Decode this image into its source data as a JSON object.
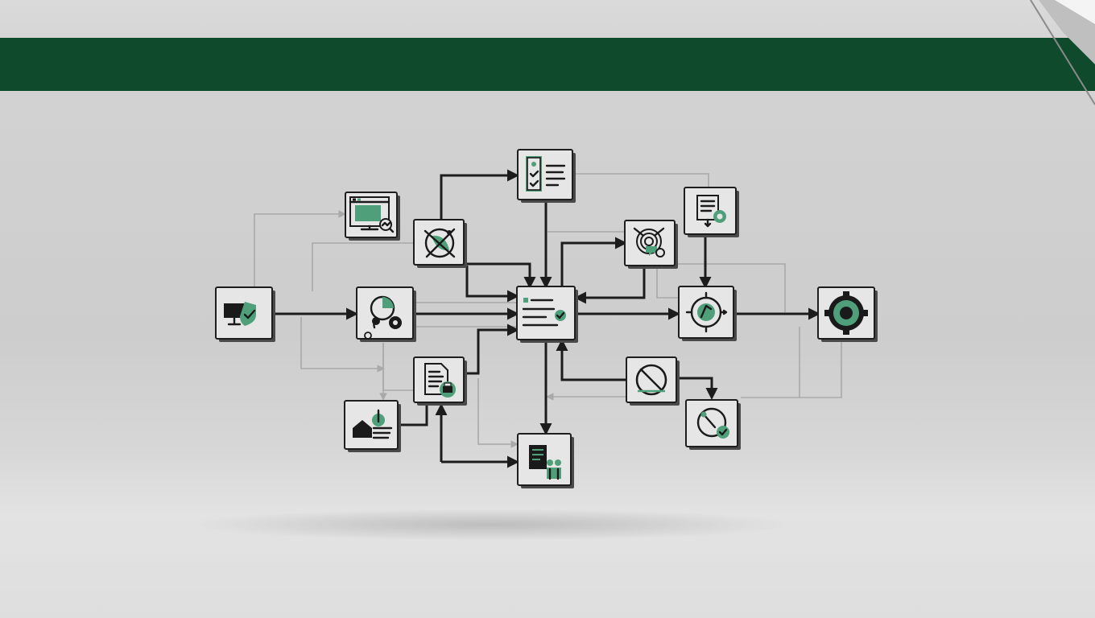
{
  "header": {
    "bar_color": "#0f4a2c"
  },
  "diagram": {
    "accent_color": "#4fa07a",
    "nodes": [
      {
        "id": "document-list-node",
        "icon": "checklist-document-icon"
      },
      {
        "id": "monitor-node",
        "icon": "monitor-analytics-icon"
      },
      {
        "id": "satellite-node",
        "icon": "satellite-dish-icon"
      },
      {
        "id": "target-node",
        "icon": "radar-target-icon"
      },
      {
        "id": "report-settings-node",
        "icon": "report-gear-icon"
      },
      {
        "id": "secure-desktop-node",
        "icon": "shield-check-desktop-icon"
      },
      {
        "id": "ideas-node",
        "icon": "lightbulb-gear-icon"
      },
      {
        "id": "central-hub-node",
        "icon": "document-hub-icon"
      },
      {
        "id": "compass-node",
        "icon": "compass-icon"
      },
      {
        "id": "settings-node",
        "icon": "gear-icon"
      },
      {
        "id": "file-print-node",
        "icon": "file-printer-icon"
      },
      {
        "id": "blocked-node",
        "icon": "prohibited-icon"
      },
      {
        "id": "home-node",
        "icon": "house-power-icon"
      },
      {
        "id": "verify-node",
        "icon": "wrench-check-icon"
      },
      {
        "id": "users-list-node",
        "icon": "user-list-icon"
      }
    ]
  }
}
